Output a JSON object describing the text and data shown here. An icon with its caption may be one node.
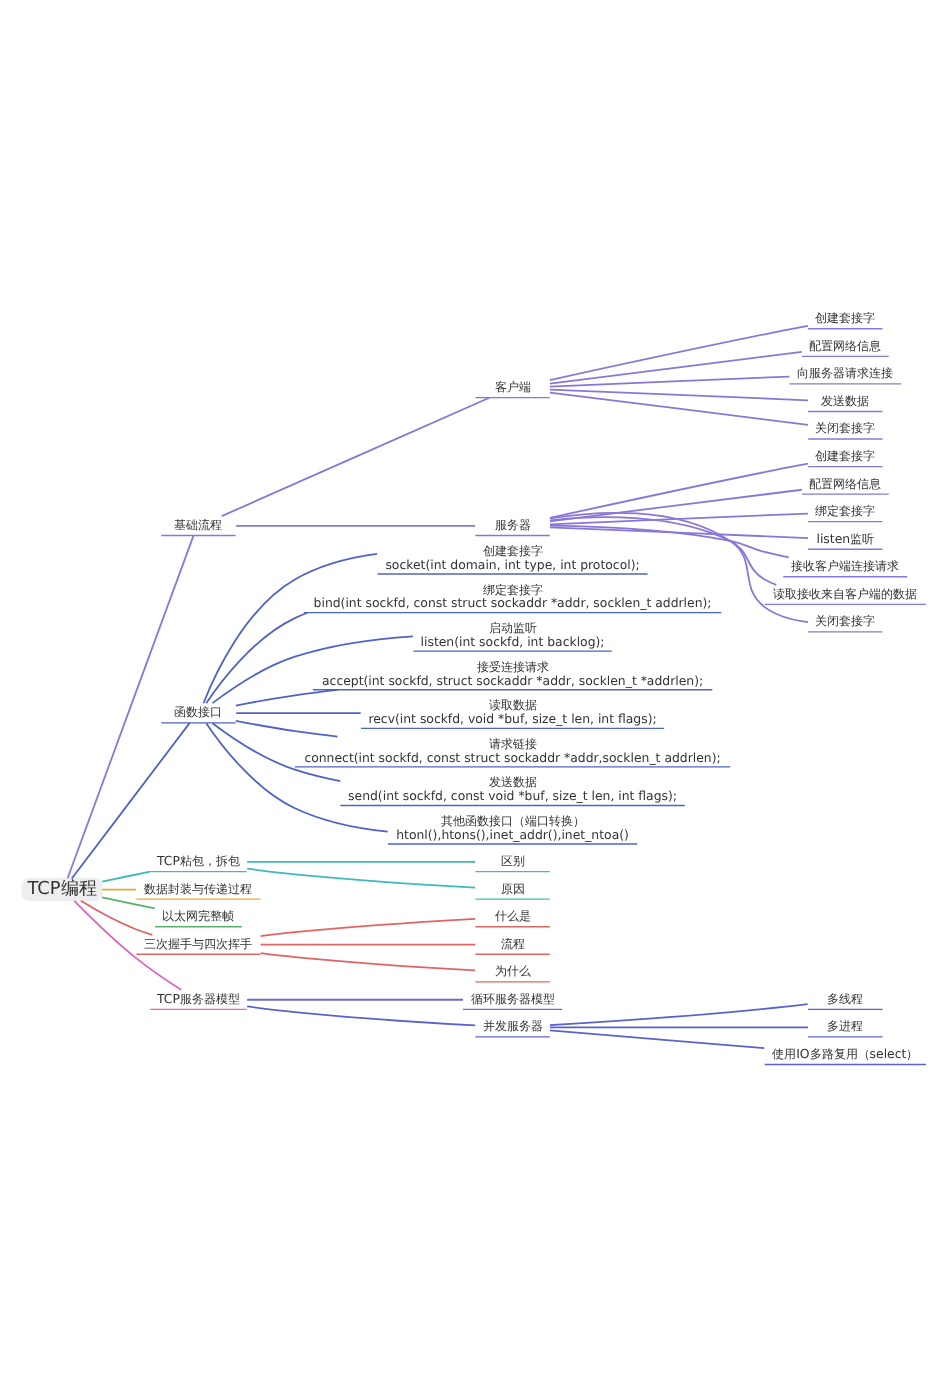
{
  "diagram": {
    "nodes": [
      {
        "text": [
          "TCP编程"
        ]
      },
      {
        "text": [
          "基础流程"
        ]
      },
      {
        "text": [
          "客户端"
        ]
      },
      {
        "text": [
          "创建套接字"
        ]
      },
      {
        "text": [
          "配置网络信息"
        ]
      },
      {
        "text": [
          "向服务器请求连接"
        ]
      },
      {
        "text": [
          "发送数据"
        ]
      },
      {
        "text": [
          "关闭套接字"
        ]
      },
      {
        "text": [
          "服务器"
        ]
      },
      {
        "text": [
          "创建套接字"
        ]
      },
      {
        "text": [
          "配置网络信息"
        ]
      },
      {
        "text": [
          "绑定套接字"
        ]
      },
      {
        "text": [
          "listen监听"
        ]
      },
      {
        "text": [
          "接收客户端连接请求"
        ]
      },
      {
        "text": [
          "读取接收来自客户端的数据"
        ]
      },
      {
        "text": [
          "关闭套接字"
        ]
      },
      {
        "text": [
          "函数接口"
        ]
      },
      {
        "text": [
          "创建套接字",
          "socket(int domain, int type, int protocol);"
        ]
      },
      {
        "text": [
          "绑定套接字",
          "bind(int sockfd, const struct sockaddr *addr, socklen_t addrlen);"
        ]
      },
      {
        "text": [
          "启动监听",
          "listen(int sockfd, int backlog);"
        ]
      },
      {
        "text": [
          "接受连接请求",
          "accept(int sockfd, struct sockaddr *addr, socklen_t *addrlen);"
        ]
      },
      {
        "text": [
          "读取数据",
          "recv(int sockfd, void *buf, size_t len, int flags);"
        ]
      },
      {
        "text": [
          "请求链接",
          "connect(int sockfd, const struct sockaddr *addr,socklen_t addrlen);"
        ]
      },
      {
        "text": [
          "发送数据",
          "send(int sockfd, const void *buf, size_t len, int flags);"
        ]
      },
      {
        "text": [
          "其他函数接口（端口转换）",
          "htonl(),htons(),inet_addr(),inet_ntoa()"
        ]
      },
      {
        "text": [
          "TCP粘包，拆包"
        ]
      },
      {
        "text": [
          "区别"
        ]
      },
      {
        "text": [
          "原因"
        ]
      },
      {
        "text": [
          "数据封装与传递过程"
        ]
      },
      {
        "text": [
          "以太网完整帧"
        ]
      },
      {
        "text": [
          "三次握手与四次挥手"
        ]
      },
      {
        "text": [
          "什么是"
        ]
      },
      {
        "text": [
          "流程"
        ]
      },
      {
        "text": [
          "为什么"
        ]
      },
      {
        "text": [
          "TCP服务器模型"
        ]
      },
      {
        "text": [
          "循环服务器模型"
        ]
      },
      {
        "text": [
          "并发服务器"
        ]
      },
      {
        "text": [
          "多线程"
        ]
      },
      {
        "text": [
          "多进程"
        ]
      },
      {
        "text": [
          "使用IO多路复用（select）"
        ]
      }
    ],
    "edges": [
      {
        "from": 0,
        "to": 1,
        "arrow": "none"
      },
      {
        "from": 1,
        "to": 2,
        "arrow": "none"
      },
      {
        "from": 2,
        "to": 3,
        "arrow": "none"
      },
      {
        "from": 2,
        "to": 4,
        "arrow": "none"
      },
      {
        "from": 2,
        "to": 5,
        "arrow": "none"
      },
      {
        "from": 2,
        "to": 6,
        "arrow": "none"
      },
      {
        "from": 2,
        "to": 7,
        "arrow": "none"
      },
      {
        "from": 1,
        "to": 8,
        "arrow": "none"
      },
      {
        "from": 8,
        "to": 9,
        "arrow": "none"
      },
      {
        "from": 8,
        "to": 10,
        "arrow": "none"
      },
      {
        "from": 8,
        "to": 11,
        "arrow": "none"
      },
      {
        "from": 8,
        "to": 12,
        "arrow": "none"
      },
      {
        "from": 8,
        "to": 13,
        "arrow": "none"
      },
      {
        "from": 8,
        "to": 14,
        "arrow": "none"
      },
      {
        "from": 8,
        "to": 15,
        "arrow": "none"
      },
      {
        "from": 0,
        "to": 16,
        "arrow": "none",
        "color": "#4f63c6"
      },
      {
        "from": 16,
        "to": 17,
        "arrow": "none",
        "color": "#4f63c6"
      },
      {
        "from": 16,
        "to": 18,
        "arrow": "none",
        "color": "#4f63c6"
      },
      {
        "from": 16,
        "to": 19,
        "arrow": "none",
        "color": "#4f63c6"
      },
      {
        "from": 16,
        "to": 20,
        "arrow": "none",
        "color": "#4f63c6"
      },
      {
        "from": 16,
        "to": 21,
        "arrow": "none",
        "color": "#4f63c6"
      },
      {
        "from": 16,
        "to": 22,
        "arrow": "none",
        "color": "#4f63c6"
      },
      {
        "from": 16,
        "to": 23,
        "arrow": "none",
        "color": "#4f63c6"
      },
      {
        "from": 16,
        "to": 24,
        "arrow": "none",
        "color": "#4f63c6"
      },
      {
        "from": 0,
        "to": 25,
        "arrow": "none",
        "color": "#40b9bb"
      },
      {
        "from": 25,
        "to": 26,
        "arrow": "none",
        "color": "#40b9bb"
      },
      {
        "from": 25,
        "to": 27,
        "arrow": "none",
        "color": "#40b9bb"
      },
      {
        "from": 0,
        "to": 28,
        "arrow": "none",
        "color": "#e2ae35"
      },
      {
        "from": 0,
        "to": 29,
        "arrow": "none",
        "color": "#58b368"
      },
      {
        "from": 0,
        "to": 30,
        "arrow": "none",
        "color": "#e06464"
      },
      {
        "from": 30,
        "to": 31,
        "arrow": "none",
        "color": "#e06464"
      },
      {
        "from": 30,
        "to": 32,
        "arrow": "none",
        "color": "#e06464"
      },
      {
        "from": 30,
        "to": 33,
        "arrow": "none",
        "color": "#e06464"
      },
      {
        "from": 0,
        "to": 34,
        "arrow": "none",
        "color": "#e063b8"
      },
      {
        "from": 34,
        "to": 35,
        "arrow": "none",
        "color": "#6a6bcc"
      },
      {
        "from": 34,
        "to": 36,
        "arrow": "none",
        "color": "#5a62cc"
      },
      {
        "from": 36,
        "to": 37,
        "arrow": "none",
        "color": "#5a62cc"
      },
      {
        "from": 36,
        "to": 38,
        "arrow": "none",
        "color": "#5a62cc"
      },
      {
        "from": 36,
        "to": 39,
        "arrow": "none",
        "color": "#5a62cc"
      }
    ]
  }
}
